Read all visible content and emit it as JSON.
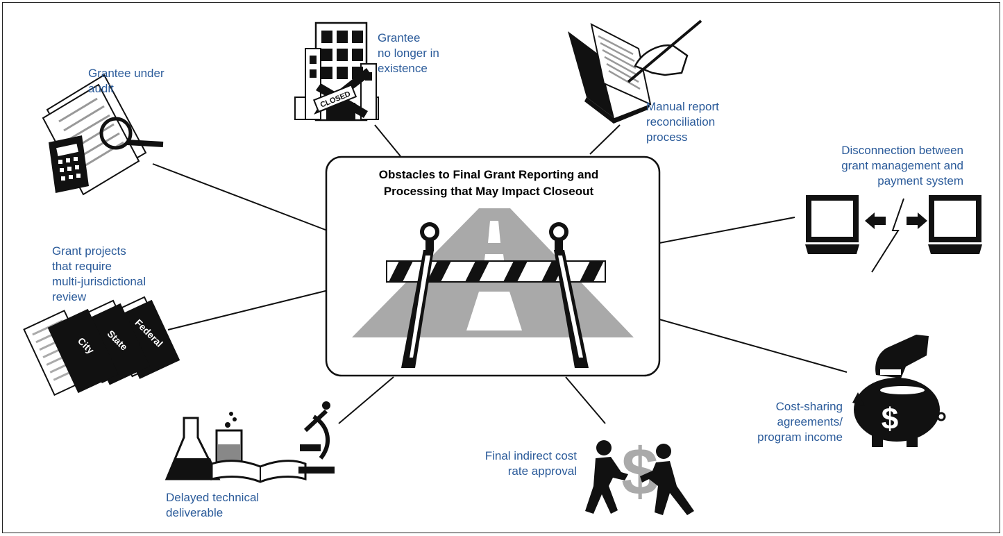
{
  "center": {
    "title": "Obstacles to Final Grant Reporting and\nProcessing that May Impact Closeout"
  },
  "obstacles": {
    "audit": "Grantee under\naudit",
    "existence": "Grantee\nno longer in\nexistence",
    "manual": "Manual report\nreconciliation\nprocess",
    "disconnect": "Disconnection between\ngrant management and\npayment system",
    "multi": "Grant projects\nthat require\nmulti-jurisdictional\nreview",
    "cost_sharing": "Cost-sharing\nagreements/\nprogram income",
    "indirect": "Final indirect cost\nrate approval",
    "technical": "Delayed technical\ndeliverable"
  },
  "icons": {
    "closed_sign": "CLOSED",
    "folders": [
      "City",
      "State",
      "Federal"
    ],
    "dollar": "$"
  },
  "colors": {
    "label": "#2b5b9a",
    "ink": "#111111",
    "road": "#a9a9a9"
  }
}
